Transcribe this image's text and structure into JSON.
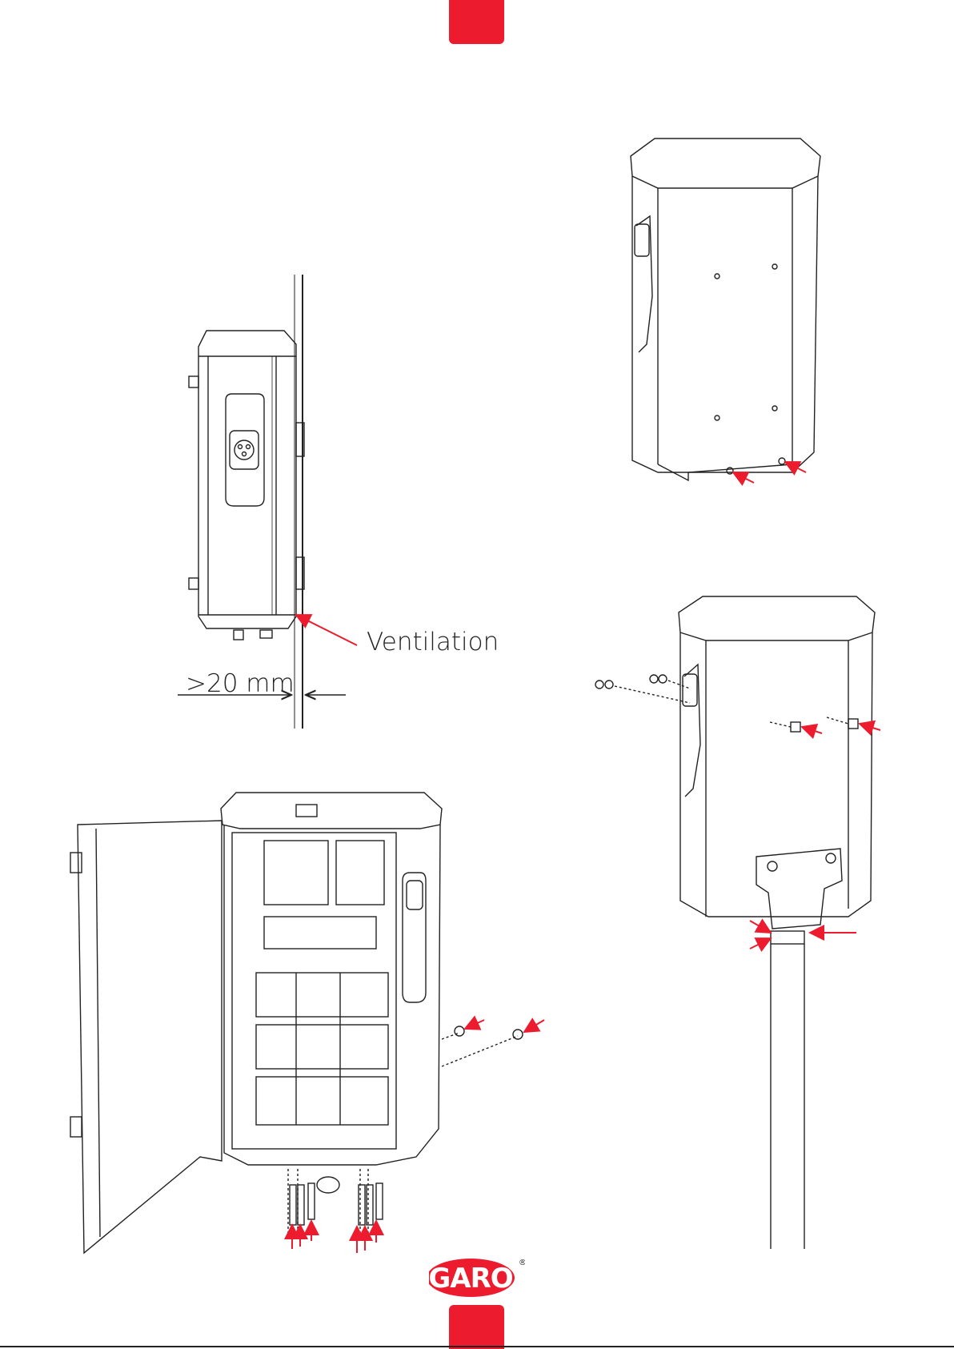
{
  "labels": {
    "ventilation": "Ventilation",
    "clearance": ">20 mm"
  },
  "brand": {
    "logo_text": "GARO",
    "registered_mark": "®",
    "color": "#ec1c2e"
  },
  "colors": {
    "accent": "#ec1c2e",
    "line": "#222222"
  },
  "icons": [
    "red-arrow-icon",
    "screw-icon",
    "washer-icon",
    "nut-icon",
    "charging-socket-icon"
  ]
}
